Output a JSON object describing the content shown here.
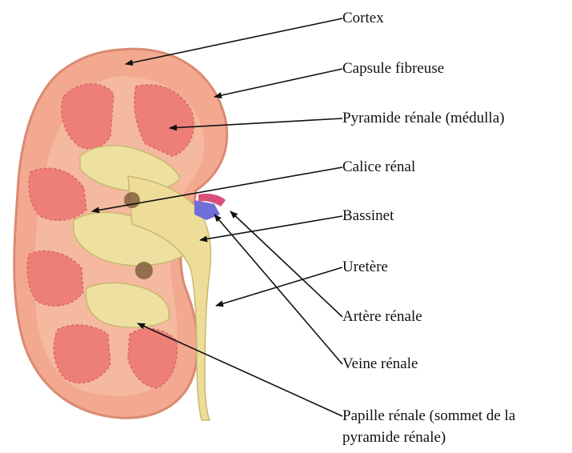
{
  "colors": {
    "cortex": "#f2a98f",
    "capsule_edge": "#d98b72",
    "pyramid": "#ee7e78",
    "calyx": "#eee0a0",
    "pelvis": "#eedd99",
    "vessel_blue": "#6f6fd8",
    "vessel_red": "#d9507a",
    "arrow": "#111111"
  },
  "labels": {
    "cortex": "Cortex",
    "capsule": "Capsule fibreuse",
    "pyramid": "Pyramide rénale (médulla)",
    "calyx": "Calice rénal",
    "pelvis": "Bassinet",
    "ureter": "Uretère",
    "artery": "Artère rénale",
    "vein": "Veine rénale",
    "papilla_line1": "Papille rénale (sommet de la",
    "papilla_line2": "pyramide rénale)"
  }
}
